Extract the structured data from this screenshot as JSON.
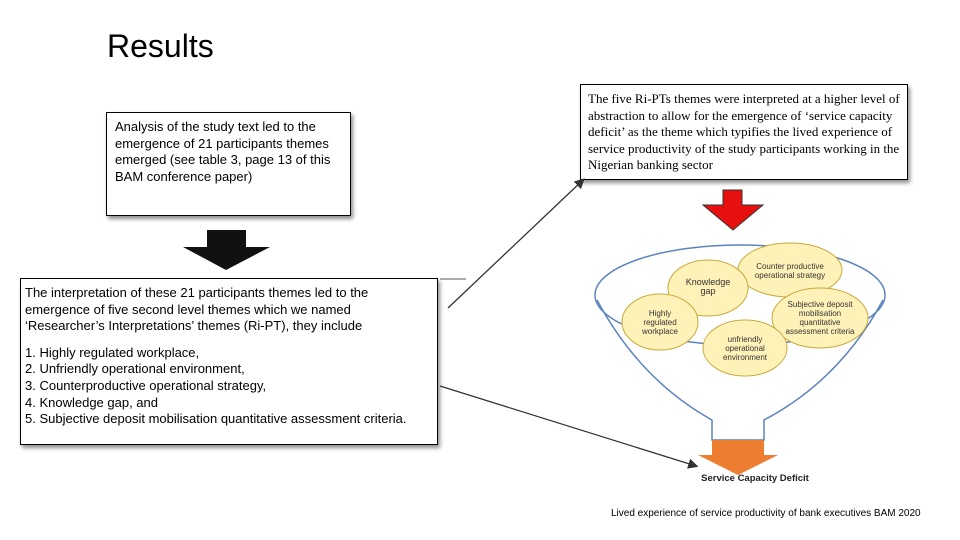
{
  "slide": {
    "title": "Results",
    "footer": "Lived experience of service productivity of bank executives BAM 2020"
  },
  "box_analysis": {
    "text": "Analysis of the study text led to the emergence of 21 participants themes  emerged  (see table 3, page 13 of this BAM conference paper)"
  },
  "box_abstraction": {
    "text": "The five Ri-PTs themes were interpreted at a higher level of abstraction to allow for the emergence of ‘service capacity deficit’ as the theme  which typifies the lived experience of service productivity of the study participants working in the Nigerian banking sector"
  },
  "box_interpretation": {
    "intro": "The  interpretation of these 21 participants themes led to the emergence of five second level themes which we named ‘Researcher’s Interpretations’ themes (Ri-PT), they include",
    "items": [
      "1. Highly regulated workplace,",
      "2. Unfriendly operational environment,",
      "3. Counterproductive operational strategy,",
      "4. Knowledge gap, and",
      "5. Subjective deposit mobilisation quantitative assessment criteria."
    ]
  },
  "funnel": {
    "bubbles": [
      "Counter productive operational strategy",
      "Knowledge gap",
      "Highly regulated workplace",
      "Subjective deposit mobilisation quantitative assessment criteria",
      "unfriendly operational environment"
    ],
    "output_label": "Service Capacity Deficit"
  },
  "colors": {
    "arrow_dark": "#111111",
    "arrow_red": "#e8100f",
    "arrow_orange": "#ed7d31",
    "bubble_fill": "#fff2b8",
    "bubble_stroke": "#c9a93a",
    "funnel_stroke": "#5b83c0"
  }
}
